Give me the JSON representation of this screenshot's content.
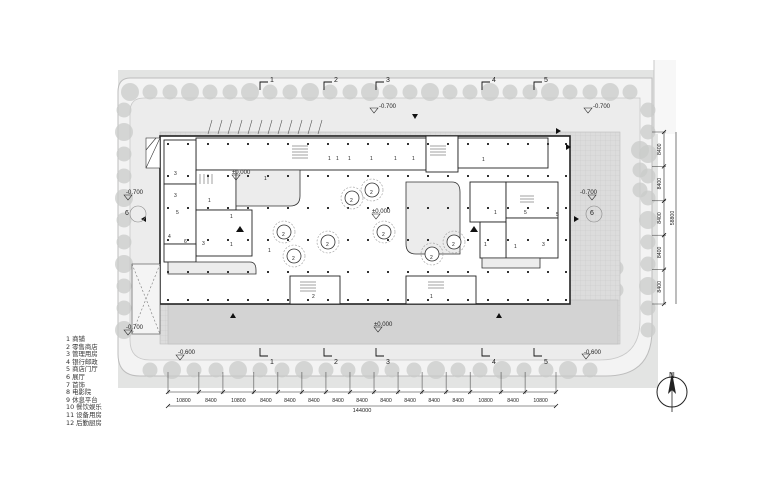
{
  "legend": [
    "1 商铺",
    "2 零售商店",
    "3 管理用房",
    "4 银行邮政",
    "5 商店门厅",
    "6 展厅",
    "7 首饰",
    "8 电影院",
    "9 休息平台",
    "10 餐饮娱乐",
    "11 设备用房",
    "12 后勤厨房"
  ],
  "axes": [
    "1",
    "2",
    "3",
    "4",
    "5"
  ],
  "levels": {
    "top_left": "-0.700",
    "top_right": "-0.700",
    "left_upper": "-0.700",
    "right_upper": "-0.700",
    "left_lower": "-0.700",
    "bottom_left": "-0.600",
    "bottom_right": "-0.600",
    "inner_left": "±0.000",
    "center": "±0.000",
    "south_plaza": "±0.000"
  },
  "entrance_labels": [
    "6",
    "6"
  ],
  "bottom_dimensions": [
    "10800",
    "8400",
    "10800",
    "8400",
    "8400",
    "8400",
    "8400",
    "8400",
    "8400",
    "8400",
    "8400",
    "8400",
    "10800",
    "8400",
    "10800"
  ],
  "total_dimension": "144000",
  "right_dimensions": [
    "8400",
    "8400",
    "8400",
    "8400",
    "8400"
  ],
  "right_total": "58800",
  "north_label": "N",
  "room_labels": [
    "1",
    "1",
    "1",
    "1",
    "1",
    "1",
    "3",
    "3",
    "4",
    "5",
    "5",
    "1",
    "1",
    "5",
    "3",
    "1",
    "1",
    "6",
    "3",
    "1",
    "1",
    "2",
    "2",
    "2",
    "2",
    "2",
    "2",
    "2",
    "2",
    "2",
    "1",
    "1",
    "1",
    "1"
  ]
}
